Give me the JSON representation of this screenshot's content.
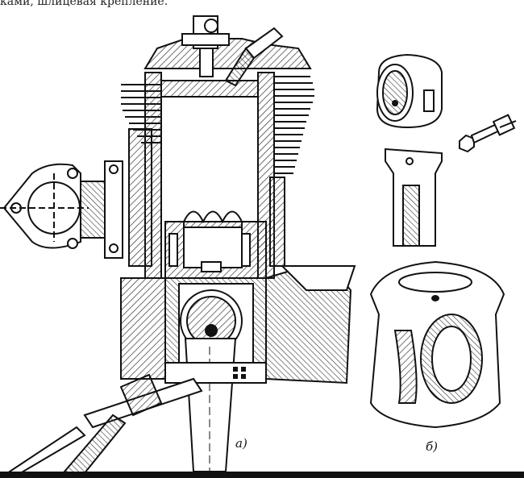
{
  "caption_top": "ками, шлицевая крепление.",
  "labels": {
    "view_a": "а)",
    "view_b": "б)"
  },
  "colors": {
    "ink": "#111111",
    "paper": "#ffffff",
    "hatch": "#333333"
  }
}
